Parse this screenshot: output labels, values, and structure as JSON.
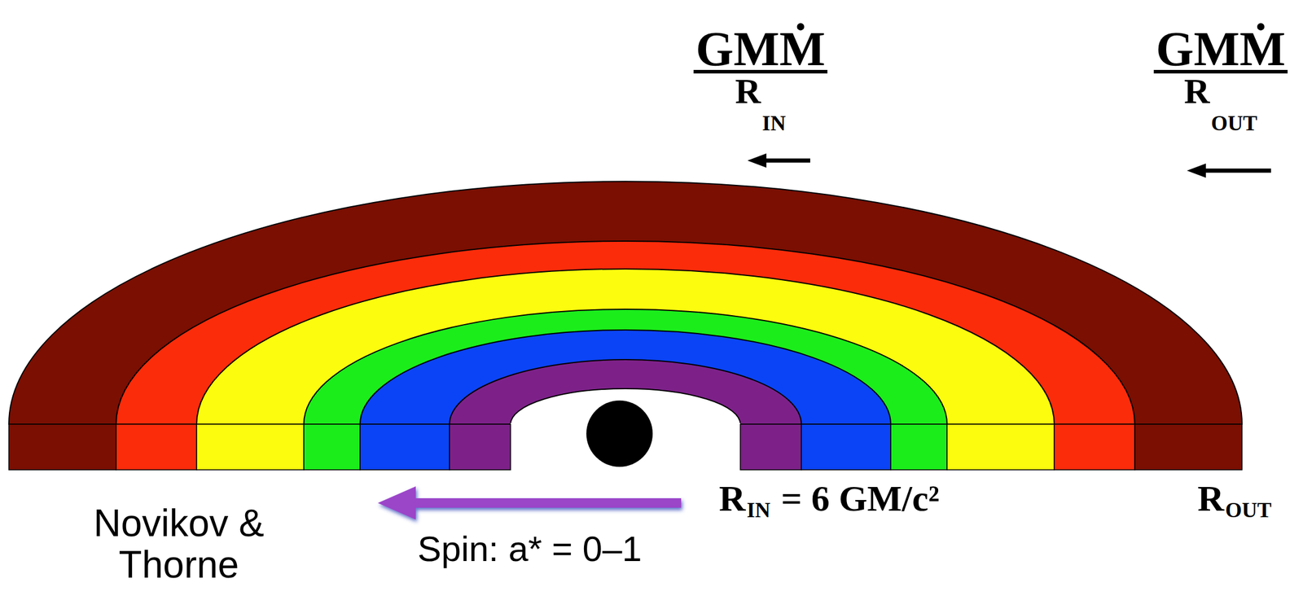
{
  "diagram": {
    "labels": [
      "GMṀ",
      "R",
      "IN",
      "GMṀ",
      "R",
      "OUT",
      "R",
      "IN",
      "= 6 GM/c²",
      "R",
      "OUT",
      "Novikov & Thorne",
      "Spin: a* = 0–1"
    ]
  }
}
